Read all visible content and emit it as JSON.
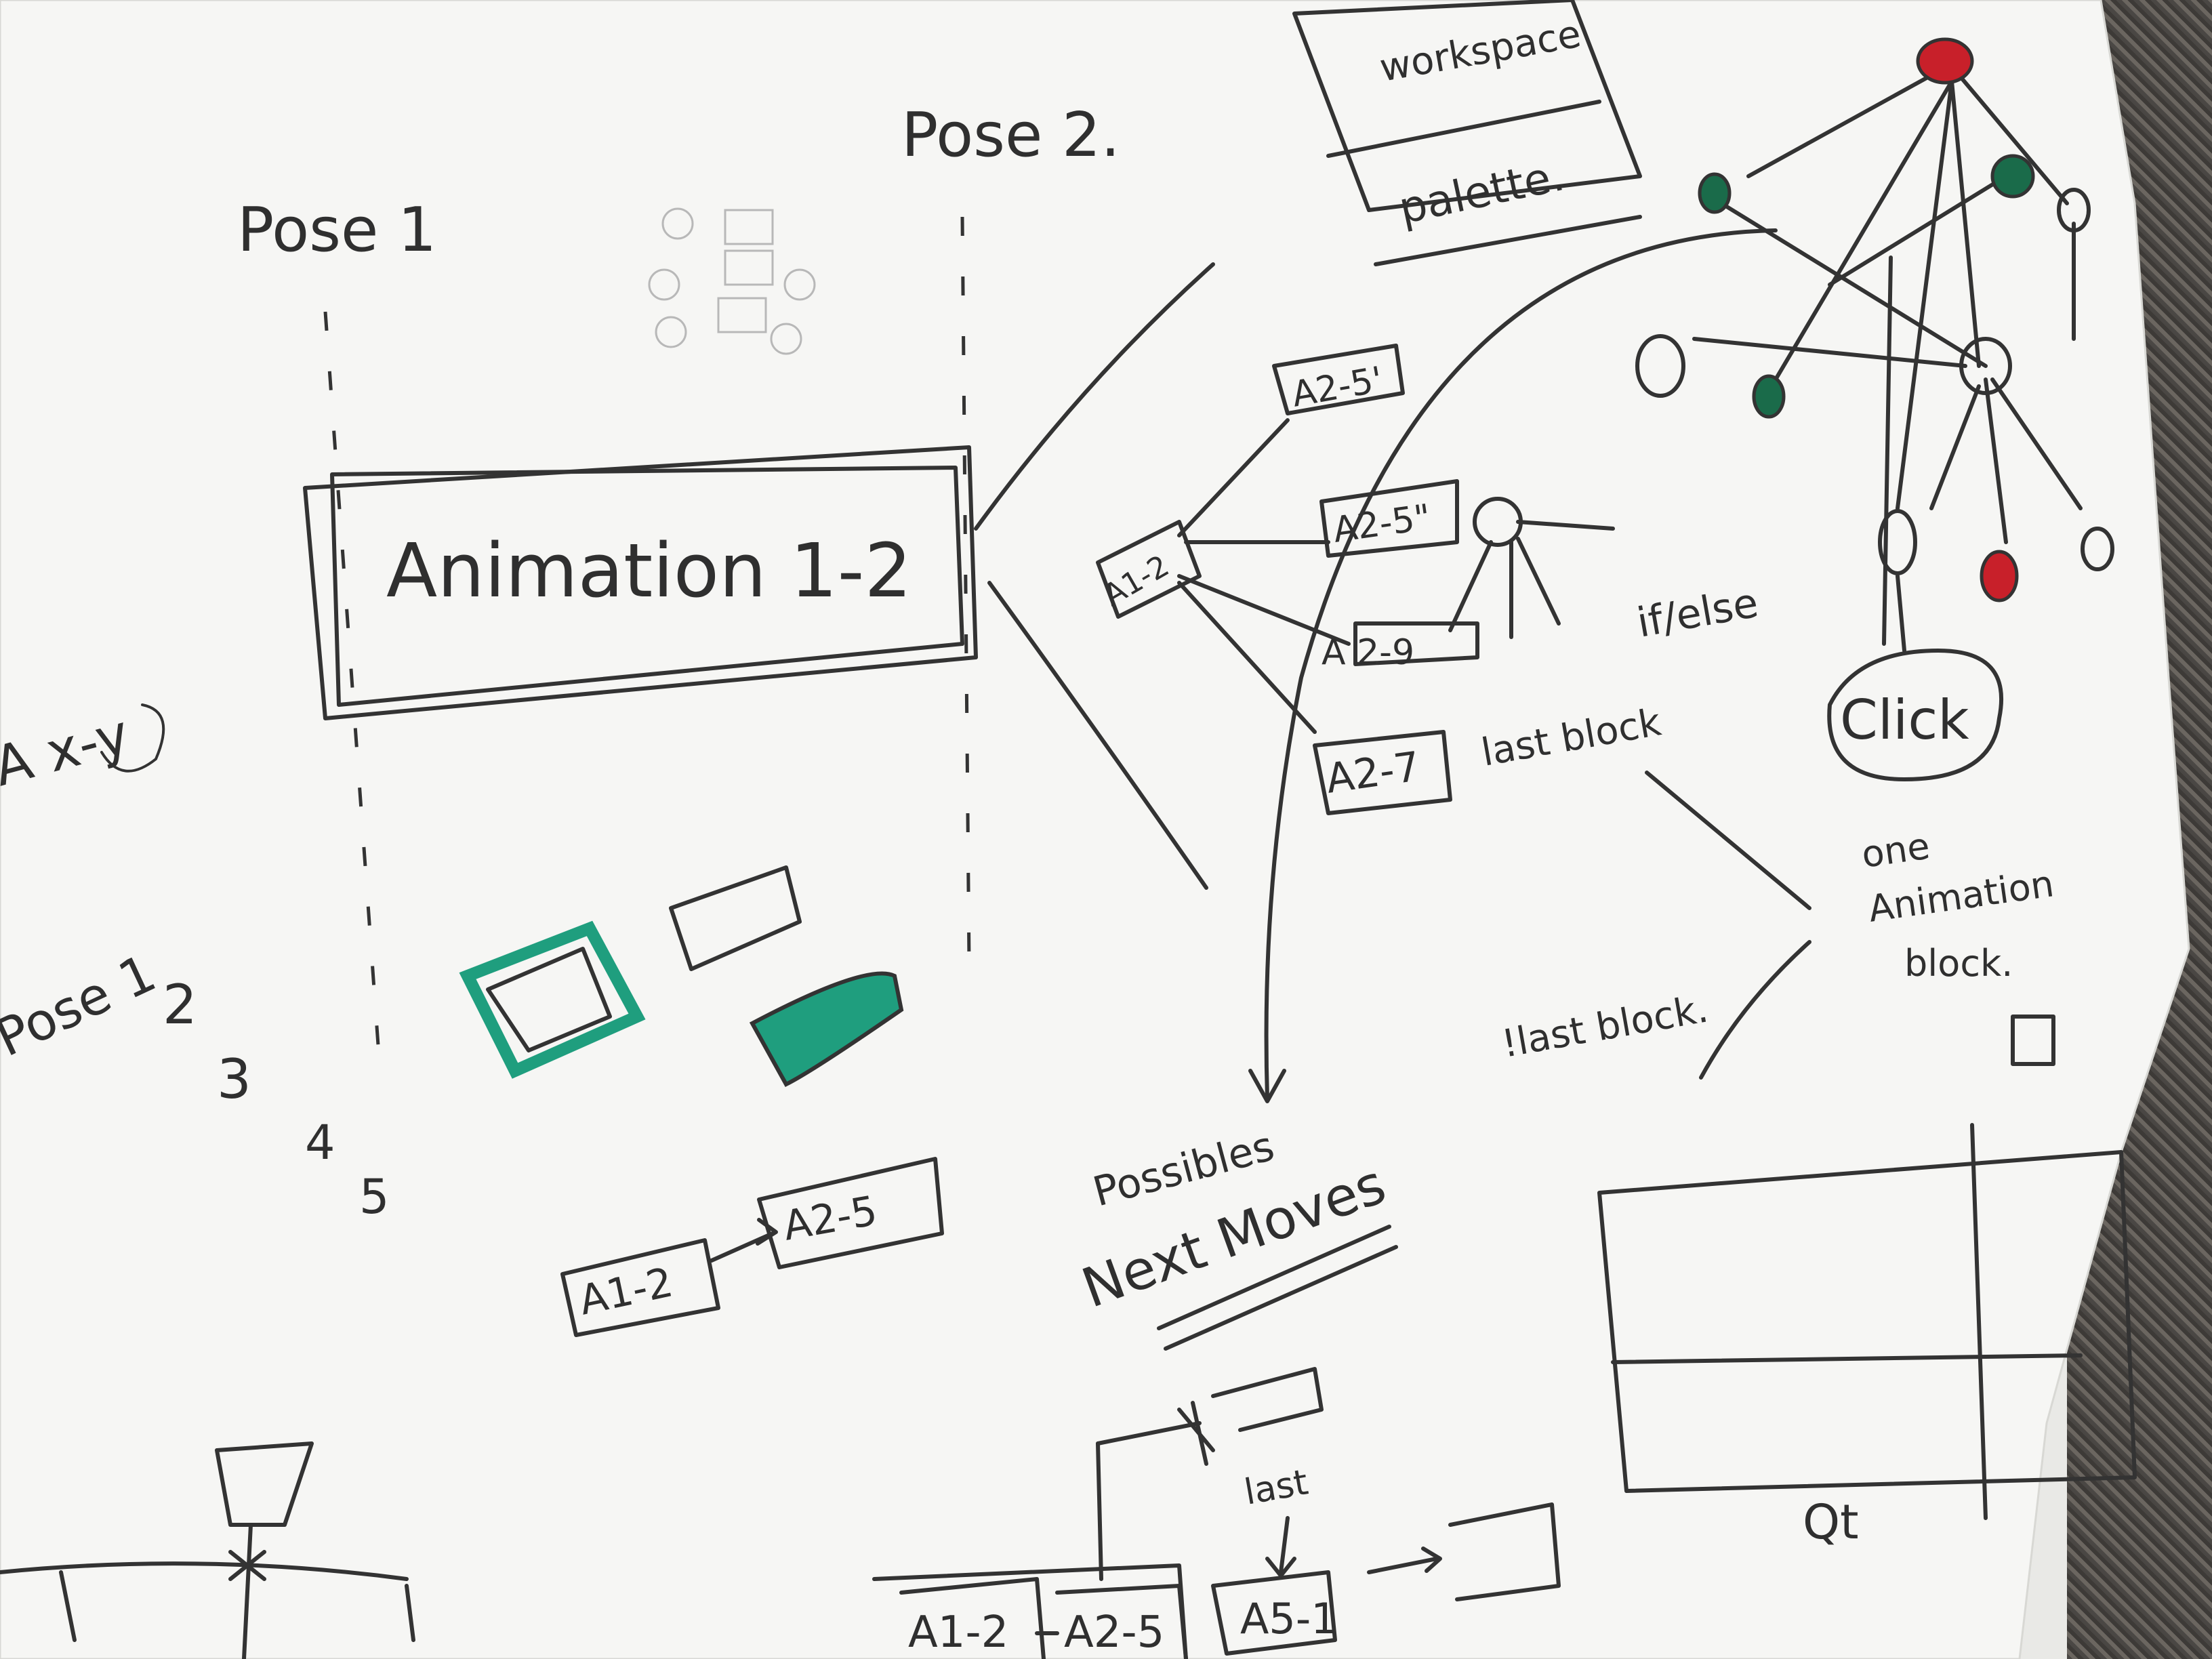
{
  "labels": {
    "pose1": "Pose 1",
    "pose2": "Pose 2.",
    "animation": "Animation 1-2",
    "workspace": "workspace",
    "palette": "palette.",
    "axy": "A x-y",
    "pose_list": [
      "Pose 1",
      "2",
      "3",
      "4",
      "5"
    ],
    "chain_a1": "A1-2",
    "chain_a2": "A2-5",
    "node_a12": "A1-2",
    "node_a25p": "A2-5'",
    "node_a25pp": "A2-5\"",
    "node_a29": "A 2-9",
    "node_a27": "A2-7",
    "last_block": "last block",
    "not_last_block": "!last block.",
    "if_else": "if/else",
    "click": "Click",
    "one_animation_block": [
      "one",
      "Animation",
      "block."
    ],
    "possible": "Possibles",
    "next_moves": "Next Moves",
    "bottom_a12": "A1-2",
    "bottom_a25": "A2-5",
    "bottom_a51": "A5-1",
    "bottom_last": "last",
    "qt": "Qt"
  },
  "colors": {
    "ink": "#333333",
    "teal": "#1f9e7e",
    "red": "#c8202a",
    "green_dot": "#1a6b4a",
    "paper": "#f5f5f3"
  }
}
